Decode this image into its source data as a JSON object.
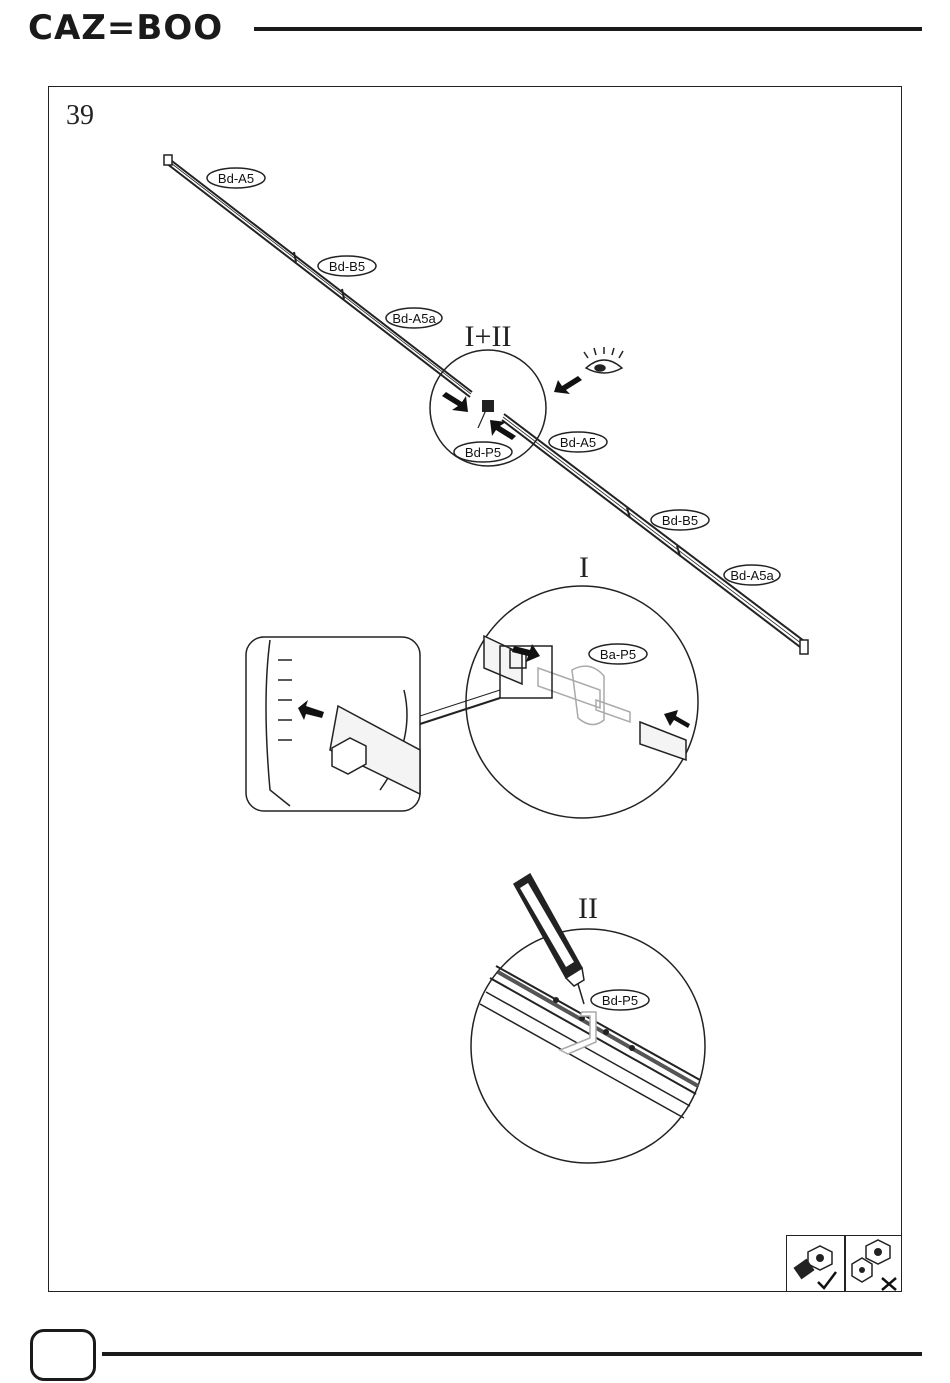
{
  "header": {
    "brand": "CAZ=BOO"
  },
  "step": {
    "number": "39"
  },
  "labels": {
    "upper_left_a5": "Bd-A5",
    "upper_left_b5": "Bd-B5",
    "upper_left_a5a": "Bd-A5a",
    "joint_p5": "Bd-P5",
    "lower_right_a5": "Bd-A5",
    "lower_right_b5": "Bd-B5",
    "lower_right_a5a": "Bd-A5a",
    "detail_i_p5": "Ba-P5",
    "detail_ii_p5": "Bd-P5"
  },
  "details": {
    "overview": "I+II",
    "detail_i": "I",
    "detail_ii": "II"
  },
  "icons": [
    "eye-icon",
    "arrow-icon",
    "bolt-correct-icon",
    "bolt-wrong-icon",
    "sealant-tube-icon"
  ]
}
